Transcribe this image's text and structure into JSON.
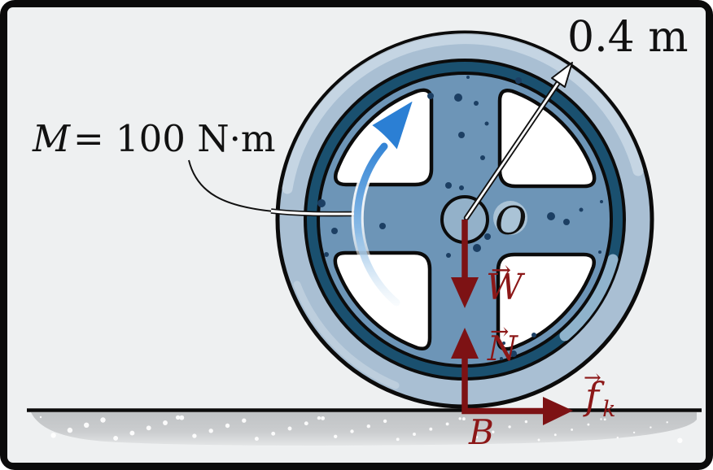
{
  "figure": {
    "moment": {
      "symbol": "M",
      "rest": "= 100 N·m"
    },
    "radius": {
      "label": "0.4 m"
    },
    "center": {
      "label": "O"
    },
    "contact": {
      "label": "B"
    },
    "forces": {
      "weight": {
        "symbol": "W",
        "vector_mark": "→"
      },
      "normal": {
        "symbol": "N",
        "vector_mark": "→"
      },
      "friction": {
        "symbol": "f",
        "subscript": "k",
        "vector_mark": "→"
      }
    },
    "colors": {
      "force_red": "#7d1214",
      "force_text_red": "#8c1717",
      "moment_blue": "#2b7fd4",
      "wheel_disc_blue": "#6d95b7",
      "rim_dark_blue": "#1a506f",
      "rim_light_blue": "#a9bfd3",
      "hub_blue": "#93b1c9",
      "background_gray": "#eef0f1",
      "ground_gray": "#c6c8ca"
    }
  }
}
